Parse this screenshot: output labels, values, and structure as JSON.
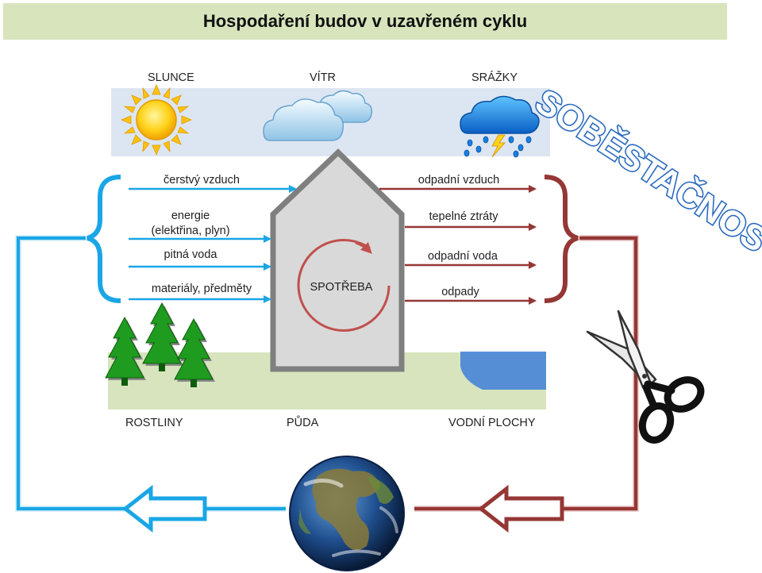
{
  "title": "Hospodaření budov v uzavřeném cyklu",
  "top_sources": {
    "sun": "SLUNCE",
    "wind": "VÍTR",
    "rain": "SRÁŽKY"
  },
  "inputs": {
    "fresh_air": "čerstvý vzduch",
    "energy_line1": "energie",
    "energy_line2": "(elektřina, plyn)",
    "drinking_water": "pitná voda",
    "materials": "materiály, předměty"
  },
  "outputs": {
    "waste_air": "odpadní vzduch",
    "heat_loss": "tepelné ztráty",
    "waste_water": "odpadní voda",
    "waste": "odpady"
  },
  "center_label": "SPOTŘEBA",
  "bottom_labels": {
    "plants": "ROSTLINY",
    "soil": "PŮDA",
    "water_bodies": "VODNÍ PLOCHY"
  },
  "stamp": "SOBĚSTAČNOST",
  "colors": {
    "input_blue": "#1aa6e6",
    "output_red": "#953735",
    "ground_green": "#d7e4bd",
    "sky_blue": "#dce6f2",
    "house_grey": "#d9d9d9",
    "house_border": "#7f7f7f",
    "water_blue": "#558ed5",
    "stamp_blue": "#2c6bbf"
  }
}
